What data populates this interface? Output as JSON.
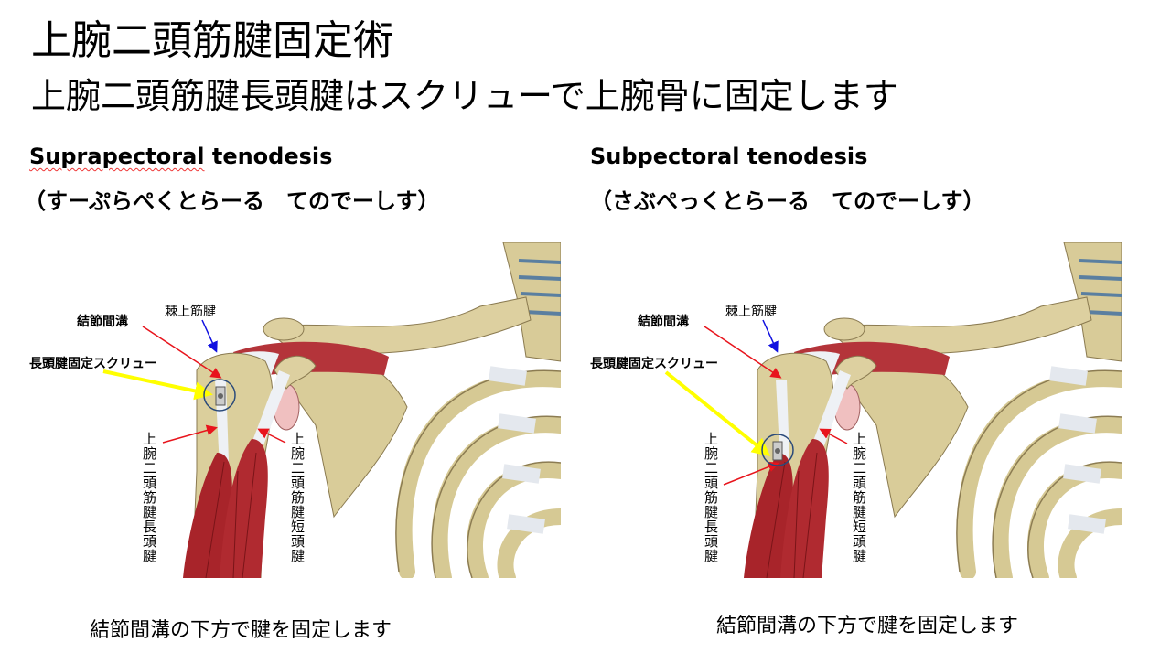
{
  "title": "上腕二頭筋腱固定術",
  "subtitle": "上腕二頭筋腱長頭腱はスクリューで上腕骨に固定します",
  "left": {
    "heading_word": "Suprapectoral",
    "heading_rest": " tenodesis",
    "reading": "（すーぷらぺくとらーる　てのでーしす）",
    "labels": {
      "groove": "結節間溝",
      "supraspinatus": "棘上筋腱",
      "screw": "長頭腱固定スクリュー",
      "long_head": "上腕二頭筋腱長頭腱",
      "short_head": "上腕二頭筋腱短頭腱"
    },
    "caption": "結節間溝の下方で腱を固定します"
  },
  "right": {
    "heading": "Subpectoral tenodesis",
    "reading": "（さぶぺっくとらーる　てのでーしす）",
    "labels": {
      "groove": "結節間溝",
      "supraspinatus": "棘上筋腱",
      "screw": "長頭腱固定スクリュー",
      "long_head": "上腕二頭筋腱長頭腱",
      "short_head": "上腕二頭筋腱短頭腱"
    },
    "caption": "結節間溝の下方で腱を固定します"
  },
  "colors": {
    "bone": "#dccf9e",
    "muscle": "#a8242a",
    "tendon": "#e8eef4",
    "arrow_red": "#e8141c",
    "arrow_blue": "#1010e0",
    "arrow_yellow": "#ffff00",
    "circle": "#2a4a7a"
  }
}
